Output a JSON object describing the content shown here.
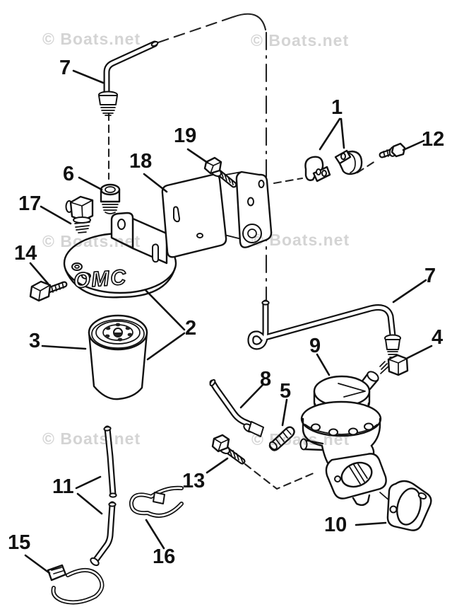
{
  "diagram": {
    "type": "exploded-parts-diagram",
    "subject": "fuel pump and fuel filter assembly"
  },
  "colors": {
    "line": "#111111",
    "background": "#ffffff",
    "watermark": "#d4d4d4"
  },
  "watermark": {
    "text": "© Boats.net"
  },
  "head_logo": "OMC",
  "callouts": [
    {
      "id": "7-top",
      "text": "7"
    },
    {
      "id": "19",
      "text": "19"
    },
    {
      "id": "18",
      "text": "18"
    },
    {
      "id": "6",
      "text": "6"
    },
    {
      "id": "17",
      "text": "17"
    },
    {
      "id": "1",
      "text": "1"
    },
    {
      "id": "12",
      "text": "12"
    },
    {
      "id": "14",
      "text": "14"
    },
    {
      "id": "2",
      "text": "2"
    },
    {
      "id": "3",
      "text": "3"
    },
    {
      "id": "7-right",
      "text": "7"
    },
    {
      "id": "4",
      "text": "4"
    },
    {
      "id": "9",
      "text": "9"
    },
    {
      "id": "8",
      "text": "8"
    },
    {
      "id": "5",
      "text": "5"
    },
    {
      "id": "13",
      "text": "13"
    },
    {
      "id": "11",
      "text": "11"
    },
    {
      "id": "16",
      "text": "16"
    },
    {
      "id": "15",
      "text": "15"
    },
    {
      "id": "10",
      "text": "10"
    }
  ]
}
